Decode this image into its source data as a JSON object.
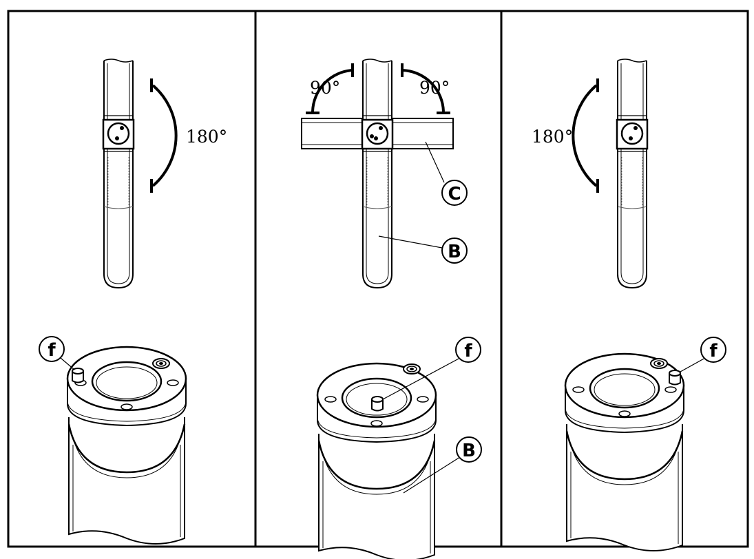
{
  "panels": [
    {
      "id": "left",
      "angles": [
        {
          "value": "180°"
        }
      ],
      "callouts": [
        {
          "letter": "f"
        }
      ]
    },
    {
      "id": "center",
      "angles": [
        {
          "value": "90°"
        },
        {
          "value": "90°"
        }
      ],
      "callouts": [
        {
          "letter": "C"
        },
        {
          "letter": "B"
        },
        {
          "letter": "f"
        },
        {
          "letter": "B"
        }
      ]
    },
    {
      "id": "right",
      "angles": [
        {
          "value": "180°"
        }
      ],
      "callouts": [
        {
          "letter": "f"
        }
      ]
    }
  ]
}
